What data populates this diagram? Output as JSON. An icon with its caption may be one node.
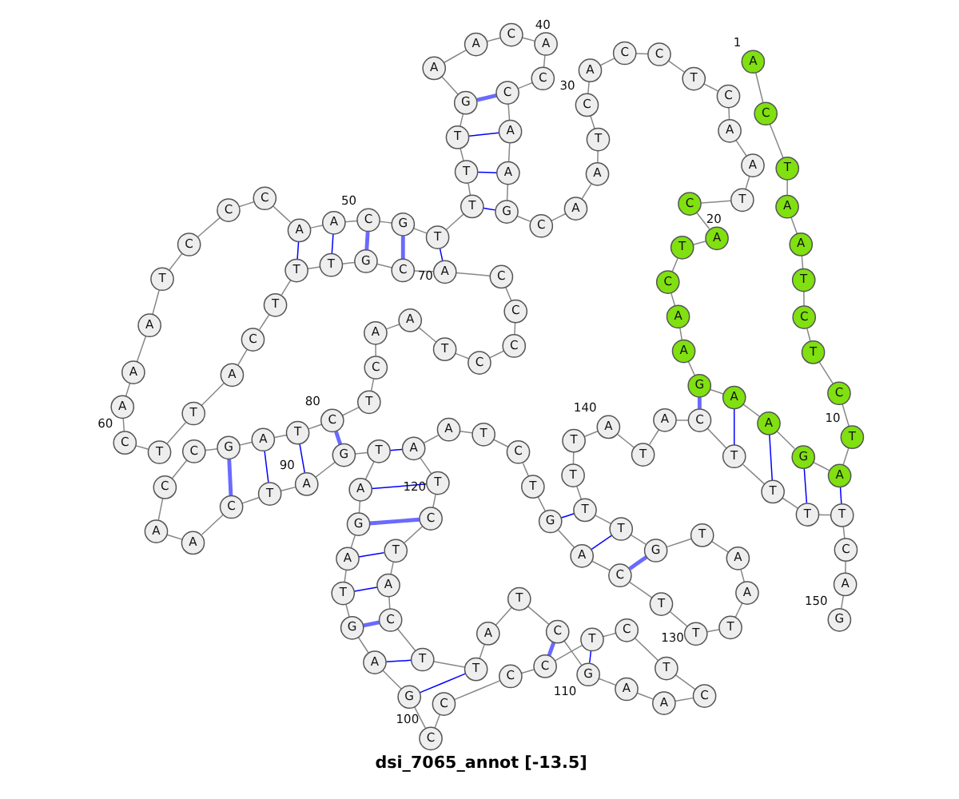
{
  "diagram": {
    "title": "dsi_7065_annot [-13.5]",
    "nodes": [
      {
        "text": [
          "A"
        ],
        "beside": [
          "1"
        ]
      },
      {
        "text": [
          "C"
        ]
      },
      {
        "text": [
          "T"
        ]
      },
      {
        "text": [
          "A"
        ]
      },
      {
        "text": [
          "A"
        ]
      },
      {
        "text": [
          "T"
        ]
      },
      {
        "text": [
          "C"
        ]
      },
      {
        "text": [
          "T"
        ]
      },
      {
        "text": [
          "C"
        ]
      },
      {
        "text": [
          "T"
        ],
        "beside": [
          "10"
        ]
      },
      {
        "text": [
          "A"
        ]
      },
      {
        "text": [
          "G"
        ]
      },
      {
        "text": [
          "A"
        ]
      },
      {
        "text": [
          "A"
        ]
      },
      {
        "text": [
          "G"
        ]
      },
      {
        "text": [
          "A"
        ]
      },
      {
        "text": [
          "A"
        ]
      },
      {
        "text": [
          "C"
        ]
      },
      {
        "text": [
          "T"
        ]
      },
      {
        "text": [
          "A"
        ],
        "beside": [
          "20"
        ]
      },
      {
        "text": [
          "C"
        ]
      },
      {
        "text": [
          "T"
        ]
      },
      {
        "text": [
          "A"
        ]
      },
      {
        "text": [
          "A"
        ]
      },
      {
        "text": [
          "C"
        ]
      },
      {
        "text": [
          "T"
        ]
      },
      {
        "text": [
          "C"
        ]
      },
      {
        "text": [
          "C"
        ]
      },
      {
        "text": [
          "A"
        ]
      },
      {
        "text": [
          "C"
        ],
        "beside": [
          "30"
        ]
      },
      {
        "text": [
          "T"
        ]
      },
      {
        "text": [
          "A"
        ]
      },
      {
        "text": [
          "A"
        ]
      },
      {
        "text": [
          "C"
        ]
      },
      {
        "text": [
          "G"
        ]
      },
      {
        "text": [
          "A"
        ]
      },
      {
        "text": [
          "A"
        ]
      },
      {
        "text": [
          "C"
        ]
      },
      {
        "text": [
          "C"
        ]
      },
      {
        "text": [
          "A"
        ],
        "beside": [
          "40"
        ]
      },
      {
        "text": [
          "C"
        ]
      },
      {
        "text": [
          "A"
        ]
      },
      {
        "text": [
          "A"
        ]
      },
      {
        "text": [
          "G"
        ]
      },
      {
        "text": [
          "T"
        ]
      },
      {
        "text": [
          "T"
        ]
      },
      {
        "text": [
          "T"
        ]
      },
      {
        "text": [
          "T"
        ]
      },
      {
        "text": [
          "G"
        ]
      },
      {
        "text": [
          "C"
        ],
        "beside": [
          "50"
        ]
      },
      {
        "text": [
          "A"
        ]
      },
      {
        "text": [
          "A"
        ]
      },
      {
        "text": [
          "C"
        ]
      },
      {
        "text": [
          "C"
        ]
      },
      {
        "text": [
          "C"
        ]
      },
      {
        "text": [
          "T"
        ]
      },
      {
        "text": [
          "A"
        ]
      },
      {
        "text": [
          "A"
        ]
      },
      {
        "text": [
          "A"
        ]
      },
      {
        "text": [
          "C"
        ],
        "beside": [
          "60"
        ]
      },
      {
        "text": [
          "T"
        ]
      },
      {
        "text": [
          "T"
        ]
      },
      {
        "text": [
          "A"
        ]
      },
      {
        "text": [
          "C"
        ]
      },
      {
        "text": [
          "T"
        ]
      },
      {
        "text": [
          "T"
        ]
      },
      {
        "text": [
          "T"
        ]
      },
      {
        "text": [
          "G"
        ]
      },
      {
        "text": [
          "C"
        ]
      },
      {
        "text": [
          "A"
        ],
        "beside": [
          "70"
        ]
      },
      {
        "text": [
          "C"
        ]
      },
      {
        "text": [
          "C"
        ]
      },
      {
        "text": [
          "C"
        ]
      },
      {
        "text": [
          "C"
        ]
      },
      {
        "text": [
          "T"
        ]
      },
      {
        "text": [
          "A"
        ]
      },
      {
        "text": [
          "A"
        ]
      },
      {
        "text": [
          "C"
        ]
      },
      {
        "text": [
          "T"
        ]
      },
      {
        "text": [
          "C"
        ],
        "beside": [
          "80"
        ]
      },
      {
        "text": [
          "T"
        ]
      },
      {
        "text": [
          "A"
        ]
      },
      {
        "text": [
          "G"
        ]
      },
      {
        "text": [
          "C"
        ]
      },
      {
        "text": [
          "C"
        ]
      },
      {
        "text": [
          "A"
        ]
      },
      {
        "text": [
          "A"
        ]
      },
      {
        "text": [
          "C"
        ]
      },
      {
        "text": [
          "T"
        ]
      },
      {
        "text": [
          "A"
        ],
        "beside": [
          "90"
        ]
      },
      {
        "text": [
          "G"
        ]
      },
      {
        "text": [
          "T"
        ]
      },
      {
        "text": [
          "A"
        ]
      },
      {
        "text": [
          "G"
        ]
      },
      {
        "text": [
          "A"
        ]
      },
      {
        "text": [
          "T"
        ]
      },
      {
        "text": [
          "G"
        ]
      },
      {
        "text": [
          "A"
        ]
      },
      {
        "text": [
          "G"
        ]
      },
      {
        "text": [
          "C"
        ],
        "beside": [
          "100"
        ]
      },
      {
        "text": [
          "C"
        ]
      },
      {
        "text": [
          "C"
        ]
      },
      {
        "text": [
          "C"
        ]
      },
      {
        "text": [
          "T"
        ]
      },
      {
        "text": [
          "C"
        ]
      },
      {
        "text": [
          "T"
        ]
      },
      {
        "text": [
          "C"
        ]
      },
      {
        "text": [
          "A"
        ]
      },
      {
        "text": [
          "A"
        ]
      },
      {
        "text": [
          "G"
        ],
        "beside": [
          "110"
        ]
      },
      {
        "text": [
          "C"
        ]
      },
      {
        "text": [
          "T"
        ]
      },
      {
        "text": [
          "A"
        ]
      },
      {
        "text": [
          "T"
        ]
      },
      {
        "text": [
          "T"
        ]
      },
      {
        "text": [
          "C"
        ]
      },
      {
        "text": [
          "A"
        ]
      },
      {
        "text": [
          "T"
        ]
      },
      {
        "text": [
          "C"
        ]
      },
      {
        "text": [
          "T"
        ],
        "beside": [
          "120"
        ]
      },
      {
        "text": [
          "A"
        ]
      },
      {
        "text": [
          "A"
        ]
      },
      {
        "text": [
          "T"
        ]
      },
      {
        "text": [
          "C"
        ]
      },
      {
        "text": [
          "T"
        ]
      },
      {
        "text": [
          "G"
        ]
      },
      {
        "text": [
          "A"
        ]
      },
      {
        "text": [
          "C"
        ]
      },
      {
        "text": [
          "T"
        ]
      },
      {
        "text": [
          "T"
        ],
        "beside": [
          "130"
        ]
      },
      {
        "text": [
          "T"
        ]
      },
      {
        "text": [
          "A"
        ]
      },
      {
        "text": [
          "A"
        ]
      },
      {
        "text": [
          "T"
        ]
      },
      {
        "text": [
          "G"
        ]
      },
      {
        "text": [
          "T"
        ]
      },
      {
        "text": [
          "T"
        ]
      },
      {
        "text": [
          "T"
        ]
      },
      {
        "text": [
          "T"
        ]
      },
      {
        "text": [
          "A"
        ],
        "beside": [
          "140"
        ]
      },
      {
        "text": [
          "T"
        ]
      },
      {
        "text": [
          "A"
        ]
      },
      {
        "text": [
          "C"
        ]
      },
      {
        "text": [
          "T"
        ]
      },
      {
        "text": [
          "T"
        ]
      },
      {
        "text": [
          "T"
        ]
      },
      {
        "text": [
          "T"
        ]
      },
      {
        "text": [
          "C"
        ]
      },
      {
        "text": [
          "A"
        ]
      },
      {
        "text": [
          "G"
        ],
        "beside": [
          "150"
        ]
      }
    ],
    "edges": [
      {
        "from": 0,
        "to": 1,
        "arrow": "none"
      },
      {
        "from": 1,
        "to": 2,
        "arrow": "none"
      },
      {
        "from": 2,
        "to": 3,
        "arrow": "none"
      },
      {
        "from": 3,
        "to": 4,
        "arrow": "none"
      },
      {
        "from": 4,
        "to": 5,
        "arrow": "none"
      },
      {
        "from": 5,
        "to": 6,
        "arrow": "none"
      },
      {
        "from": 6,
        "to": 7,
        "arrow": "none"
      },
      {
        "from": 7,
        "to": 8,
        "arrow": "none"
      },
      {
        "from": 8,
        "to": 9,
        "arrow": "none"
      },
      {
        "from": 9,
        "to": 10,
        "arrow": "none"
      },
      {
        "from": 10,
        "to": 11,
        "arrow": "none"
      },
      {
        "from": 11,
        "to": 12,
        "arrow": "none"
      },
      {
        "from": 12,
        "to": 13,
        "arrow": "none"
      },
      {
        "from": 13,
        "to": 14,
        "arrow": "none"
      },
      {
        "from": 14,
        "to": 15,
        "arrow": "none"
      },
      {
        "from": 15,
        "to": 16,
        "arrow": "none"
      },
      {
        "from": 16,
        "to": 17,
        "arrow": "none"
      },
      {
        "from": 17,
        "to": 18,
        "arrow": "none"
      },
      {
        "from": 18,
        "to": 19,
        "arrow": "none"
      },
      {
        "from": 19,
        "to": 20,
        "arrow": "none"
      },
      {
        "from": 20,
        "to": 21,
        "arrow": "none"
      },
      {
        "from": 21,
        "to": 22,
        "arrow": "none"
      },
      {
        "from": 22,
        "to": 23,
        "arrow": "none"
      },
      {
        "from": 23,
        "to": 24,
        "arrow": "none"
      },
      {
        "from": 24,
        "to": 25,
        "arrow": "none"
      },
      {
        "from": 25,
        "to": 26,
        "arrow": "none"
      },
      {
        "from": 26,
        "to": 27,
        "arrow": "none"
      },
      {
        "from": 27,
        "to": 28,
        "arrow": "none"
      },
      {
        "from": 28,
        "to": 29,
        "arrow": "none"
      },
      {
        "from": 29,
        "to": 30,
        "arrow": "none"
      },
      {
        "from": 30,
        "to": 31,
        "arrow": "none"
      },
      {
        "from": 31,
        "to": 32,
        "arrow": "none"
      },
      {
        "from": 32,
        "to": 33,
        "arrow": "none"
      },
      {
        "from": 33,
        "to": 34,
        "arrow": "none"
      },
      {
        "from": 34,
        "to": 35,
        "arrow": "none"
      },
      {
        "from": 35,
        "to": 36,
        "arrow": "none"
      },
      {
        "from": 36,
        "to": 37,
        "arrow": "none"
      },
      {
        "from": 37,
        "to": 38,
        "arrow": "none"
      },
      {
        "from": 38,
        "to": 39,
        "arrow": "none"
      },
      {
        "from": 39,
        "to": 40,
        "arrow": "none"
      },
      {
        "from": 40,
        "to": 41,
        "arrow": "none"
      },
      {
        "from": 41,
        "to": 42,
        "arrow": "none"
      },
      {
        "from": 42,
        "to": 43,
        "arrow": "none"
      },
      {
        "from": 43,
        "to": 44,
        "arrow": "none"
      },
      {
        "from": 44,
        "to": 45,
        "arrow": "none"
      },
      {
        "from": 45,
        "to": 46,
        "arrow": "none"
      },
      {
        "from": 46,
        "to": 47,
        "arrow": "none"
      },
      {
        "from": 47,
        "to": 48,
        "arrow": "none"
      },
      {
        "from": 48,
        "to": 49,
        "arrow": "none"
      },
      {
        "from": 49,
        "to": 50,
        "arrow": "none"
      },
      {
        "from": 50,
        "to": 51,
        "arrow": "none"
      },
      {
        "from": 51,
        "to": 52,
        "arrow": "none"
      },
      {
        "from": 52,
        "to": 53,
        "arrow": "none"
      },
      {
        "from": 53,
        "to": 54,
        "arrow": "none"
      },
      {
        "from": 54,
        "to": 55,
        "arrow": "none"
      },
      {
        "from": 55,
        "to": 56,
        "arrow": "none"
      },
      {
        "from": 56,
        "to": 57,
        "arrow": "none"
      },
      {
        "from": 57,
        "to": 58,
        "arrow": "none"
      },
      {
        "from": 58,
        "to": 59,
        "arrow": "none"
      },
      {
        "from": 59,
        "to": 60,
        "arrow": "none"
      },
      {
        "from": 60,
        "to": 61,
        "arrow": "none"
      },
      {
        "from": 61,
        "to": 62,
        "arrow": "none"
      },
      {
        "from": 62,
        "to": 63,
        "arrow": "none"
      },
      {
        "from": 63,
        "to": 64,
        "arrow": "none"
      },
      {
        "from": 64,
        "to": 65,
        "arrow": "none"
      },
      {
        "from": 65,
        "to": 66,
        "arrow": "none"
      },
      {
        "from": 66,
        "to": 67,
        "arrow": "none"
      },
      {
        "from": 67,
        "to": 68,
        "arrow": "none"
      },
      {
        "from": 68,
        "to": 69,
        "arrow": "none"
      },
      {
        "from": 69,
        "to": 70,
        "arrow": "none"
      },
      {
        "from": 70,
        "to": 71,
        "arrow": "none"
      },
      {
        "from": 71,
        "to": 72,
        "arrow": "none"
      },
      {
        "from": 72,
        "to": 73,
        "arrow": "none"
      },
      {
        "from": 73,
        "to": 74,
        "arrow": "none"
      },
      {
        "from": 74,
        "to": 75,
        "arrow": "none"
      },
      {
        "from": 75,
        "to": 76,
        "arrow": "none"
      },
      {
        "from": 76,
        "to": 77,
        "arrow": "none"
      },
      {
        "from": 77,
        "to": 78,
        "arrow": "none"
      },
      {
        "from": 78,
        "to": 79,
        "arrow": "none"
      },
      {
        "from": 79,
        "to": 80,
        "arrow": "none"
      },
      {
        "from": 80,
        "to": 81,
        "arrow": "none"
      },
      {
        "from": 81,
        "to": 82,
        "arrow": "none"
      },
      {
        "from": 82,
        "to": 83,
        "arrow": "none"
      },
      {
        "from": 83,
        "to": 84,
        "arrow": "none"
      },
      {
        "from": 84,
        "to": 85,
        "arrow": "none"
      },
      {
        "from": 85,
        "to": 86,
        "arrow": "none"
      },
      {
        "from": 86,
        "to": 87,
        "arrow": "none"
      },
      {
        "from": 87,
        "to": 88,
        "arrow": "none"
      },
      {
        "from": 88,
        "to": 89,
        "arrow": "none"
      },
      {
        "from": 89,
        "to": 90,
        "arrow": "none"
      },
      {
        "from": 90,
        "to": 91,
        "arrow": "none"
      },
      {
        "from": 91,
        "to": 92,
        "arrow": "none"
      },
      {
        "from": 92,
        "to": 93,
        "arrow": "none"
      },
      {
        "from": 93,
        "to": 94,
        "arrow": "none"
      },
      {
        "from": 94,
        "to": 95,
        "arrow": "none"
      },
      {
        "from": 95,
        "to": 96,
        "arrow": "none"
      },
      {
        "from": 96,
        "to": 97,
        "arrow": "none"
      },
      {
        "from": 97,
        "to": 98,
        "arrow": "none"
      },
      {
        "from": 98,
        "to": 99,
        "arrow": "none"
      },
      {
        "from": 99,
        "to": 100,
        "arrow": "none"
      },
      {
        "from": 100,
        "to": 101,
        "arrow": "none"
      },
      {
        "from": 101,
        "to": 102,
        "arrow": "none"
      },
      {
        "from": 102,
        "to": 103,
        "arrow": "none"
      },
      {
        "from": 103,
        "to": 104,
        "arrow": "none"
      },
      {
        "from": 104,
        "to": 105,
        "arrow": "none"
      },
      {
        "from": 105,
        "to": 106,
        "arrow": "none"
      },
      {
        "from": 106,
        "to": 107,
        "arrow": "none"
      },
      {
        "from": 107,
        "to": 108,
        "arrow": "none"
      },
      {
        "from": 108,
        "to": 109,
        "arrow": "none"
      },
      {
        "from": 109,
        "to": 110,
        "arrow": "none"
      },
      {
        "from": 110,
        "to": 111,
        "arrow": "none"
      },
      {
        "from": 111,
        "to": 112,
        "arrow": "none"
      },
      {
        "from": 112,
        "to": 113,
        "arrow": "none"
      },
      {
        "from": 113,
        "to": 114,
        "arrow": "none"
      },
      {
        "from": 114,
        "to": 115,
        "arrow": "none"
      },
      {
        "from": 115,
        "to": 116,
        "arrow": "none"
      },
      {
        "from": 116,
        "to": 117,
        "arrow": "none"
      },
      {
        "from": 117,
        "to": 118,
        "arrow": "none"
      },
      {
        "from": 118,
        "to": 119,
        "arrow": "none"
      },
      {
        "from": 119,
        "to": 120,
        "arrow": "none"
      },
      {
        "from": 120,
        "to": 121,
        "arrow": "none"
      },
      {
        "from": 121,
        "to": 122,
        "arrow": "none"
      },
      {
        "from": 122,
        "to": 123,
        "arrow": "none"
      },
      {
        "from": 123,
        "to": 124,
        "arrow": "none"
      },
      {
        "from": 124,
        "to": 125,
        "arrow": "none"
      },
      {
        "from": 125,
        "to": 126,
        "arrow": "none"
      },
      {
        "from": 126,
        "to": 127,
        "arrow": "none"
      },
      {
        "from": 127,
        "to": 128,
        "arrow": "none"
      },
      {
        "from": 128,
        "to": 129,
        "arrow": "none"
      },
      {
        "from": 129,
        "to": 130,
        "arrow": "none"
      },
      {
        "from": 130,
        "to": 131,
        "arrow": "none"
      },
      {
        "from": 131,
        "to": 132,
        "arrow": "none"
      },
      {
        "from": 132,
        "to": 133,
        "arrow": "none"
      },
      {
        "from": 133,
        "to": 134,
        "arrow": "none"
      },
      {
        "from": 134,
        "to": 135,
        "arrow": "none"
      },
      {
        "from": 135,
        "to": 136,
        "arrow": "none"
      },
      {
        "from": 136,
        "to": 137,
        "arrow": "none"
      },
      {
        "from": 137,
        "to": 138,
        "arrow": "none"
      },
      {
        "from": 138,
        "to": 139,
        "arrow": "none"
      },
      {
        "from": 139,
        "to": 140,
        "arrow": "none"
      },
      {
        "from": 140,
        "to": 141,
        "arrow": "none"
      },
      {
        "from": 141,
        "to": 142,
        "arrow": "none"
      },
      {
        "from": 142,
        "to": 143,
        "arrow": "none"
      },
      {
        "from": 143,
        "to": 144,
        "arrow": "none"
      },
      {
        "from": 144,
        "to": 145,
        "arrow": "none"
      },
      {
        "from": 145,
        "to": 146,
        "arrow": "none"
      },
      {
        "from": 146,
        "to": 147,
        "arrow": "none"
      },
      {
        "from": 147,
        "to": 148,
        "arrow": "none"
      },
      {
        "from": 148,
        "to": 149,
        "arrow": "none"
      },
      {
        "from": 10,
        "to": 146,
        "arrow": "none",
        "color": "#0000ff"
      },
      {
        "from": 11,
        "to": 145,
        "arrow": "none",
        "color": "#0000ff"
      },
      {
        "from": 12,
        "to": 144,
        "arrow": "none",
        "color": "#0000ff"
      },
      {
        "from": 13,
        "to": 143,
        "arrow": "none",
        "color": "#0000ff"
      },
      {
        "from": 14,
        "to": 142,
        "arrow": "none",
        "style": "thick",
        "color": "#6a6aff"
      },
      {
        "from": 34,
        "to": 46,
        "arrow": "none",
        "color": "#0000ff"
      },
      {
        "from": 35,
        "to": 45,
        "arrow": "none",
        "color": "#0000ff"
      },
      {
        "from": 36,
        "to": 44,
        "arrow": "none",
        "color": "#0000ff"
      },
      {
        "from": 37,
        "to": 43,
        "arrow": "none",
        "style": "thick",
        "color": "#6a6aff"
      },
      {
        "from": 47,
        "to": 69,
        "arrow": "none",
        "color": "#0000ff"
      },
      {
        "from": 48,
        "to": 68,
        "arrow": "none",
        "style": "thick",
        "color": "#6a6aff"
      },
      {
        "from": 49,
        "to": 67,
        "arrow": "none",
        "style": "thick",
        "color": "#6a6aff"
      },
      {
        "from": 50,
        "to": 66,
        "arrow": "none",
        "color": "#0000ff"
      },
      {
        "from": 51,
        "to": 65,
        "arrow": "none",
        "color": "#0000ff"
      },
      {
        "from": 79,
        "to": 90,
        "arrow": "none",
        "style": "thick",
        "color": "#6a6aff"
      },
      {
        "from": 80,
        "to": 89,
        "arrow": "none",
        "color": "#0000ff"
      },
      {
        "from": 81,
        "to": 88,
        "arrow": "none",
        "color": "#0000ff"
      },
      {
        "from": 82,
        "to": 87,
        "arrow": "none",
        "style": "thick",
        "color": "#6a6aff"
      },
      {
        "from": 91,
        "to": 120,
        "arrow": "none",
        "color": "#0000ff"
      },
      {
        "from": 92,
        "to": 119,
        "arrow": "none",
        "color": "#0000ff"
      },
      {
        "from": 93,
        "to": 118,
        "arrow": "none",
        "style": "thick",
        "color": "#6a6aff"
      },
      {
        "from": 94,
        "to": 117,
        "arrow": "none",
        "color": "#0000ff"
      },
      {
        "from": 95,
        "to": 116,
        "arrow": "none",
        "color": "#0000ff"
      },
      {
        "from": 96,
        "to": 115,
        "arrow": "none",
        "style": "thick",
        "color": "#6a6aff"
      },
      {
        "from": 97,
        "to": 114,
        "arrow": "none",
        "color": "#0000ff"
      },
      {
        "from": 98,
        "to": 113,
        "arrow": "none",
        "color": "#0000ff"
      },
      {
        "from": 102,
        "to": 110,
        "arrow": "none",
        "style": "thick",
        "color": "#6a6aff"
      },
      {
        "from": 103,
        "to": 109,
        "arrow": "none",
        "color": "#0000ff"
      },
      {
        "from": 125,
        "to": 136,
        "arrow": "none",
        "color": "#0000ff"
      },
      {
        "from": 126,
        "to": 135,
        "arrow": "none",
        "color": "#0000ff"
      },
      {
        "from": 127,
        "to": 134,
        "arrow": "none",
        "style": "thick",
        "color": "#6a6aff"
      }
    ]
  }
}
